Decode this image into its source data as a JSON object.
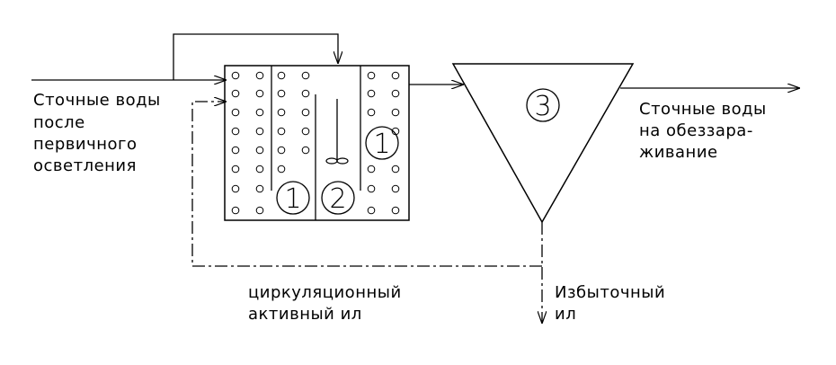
{
  "labels": {
    "inlet": [
      "Сточные воды",
      "после",
      "первичного",
      "осветления"
    ],
    "outlet": [
      "Сточные воды",
      "на обеззара-",
      "живание"
    ],
    "excess": [
      "Избыточный",
      "ил"
    ],
    "recirculation": [
      "циркуляционный",
      "активный ил"
    ]
  },
  "markers": {
    "tank_left": "1",
    "tank_right": "1",
    "mixer_zone": "2",
    "settler": "3"
  },
  "colors": {
    "line": "#000000",
    "background": "#ffffff"
  }
}
